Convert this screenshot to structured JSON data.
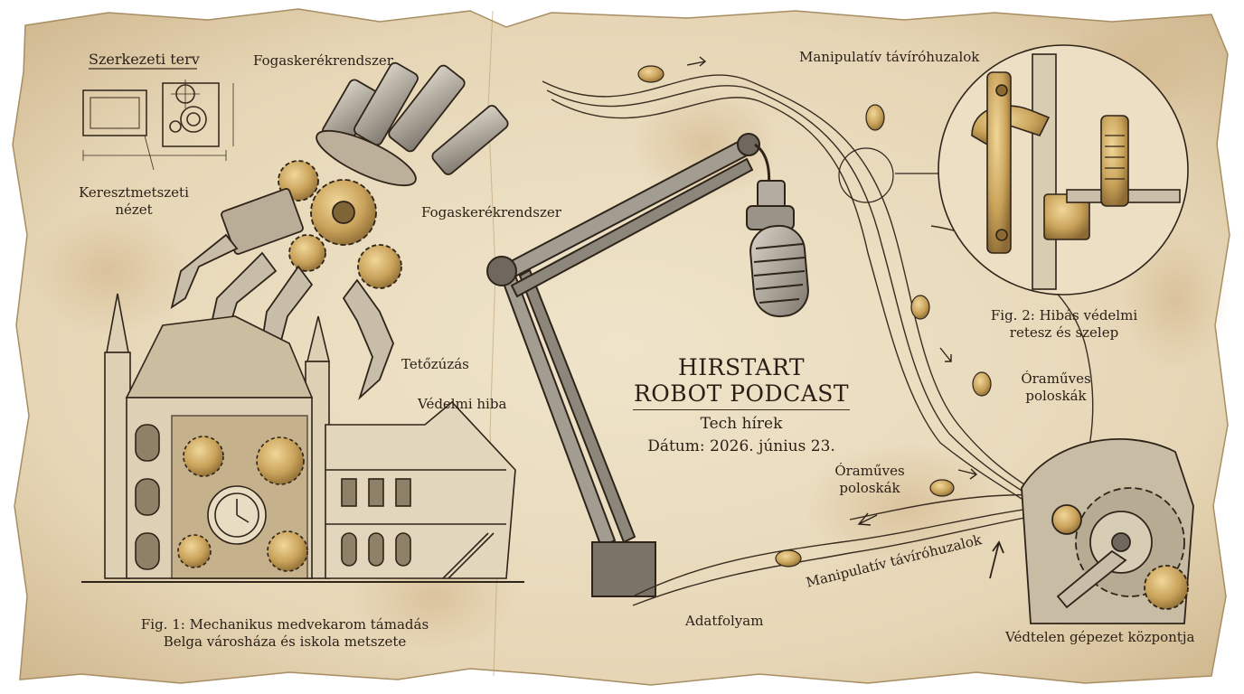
{
  "labels": {
    "structural_plan": "Szerkezeti terv",
    "cross_section": [
      "Keresztmetszeti",
      "nézet"
    ],
    "gear_system_top": "Fogaskerékrendszer",
    "gear_system_side": "Fogaskerékrendszer",
    "roof_smash": "Tetőzúzás",
    "protection_fault": "Védelmi hiba",
    "fig1_caption": [
      "Fig. 1: Mechanikus medvekarom támadás",
      "Belga városháza és iskola metszete"
    ],
    "manipulative_wires_top": "Manipulatív távíróhuzalok",
    "manipulative_wires_bottom": "Manipulatív távíróhuzalok",
    "fig2_caption": [
      "Fig. 2: Hibás védelmi",
      "retesz és szelep"
    ],
    "clockwork_bugs_right": [
      "Óraműves",
      "poloskák"
    ],
    "clockwork_bugs_center": [
      "Óraműves",
      "poloskák"
    ],
    "data_stream": "Adatfolyam",
    "unprotected_core": "Védtelen gépezet központja"
  },
  "title": {
    "line1": "HIRSTART",
    "line2": "ROBOT PODCAST",
    "subtitle": "Tech hírek",
    "date": "Dátum: 2026. június 23."
  },
  "colors": {
    "paper": "#e9dcc0",
    "ink": "#2b2118",
    "brass": "#c9a25a"
  }
}
